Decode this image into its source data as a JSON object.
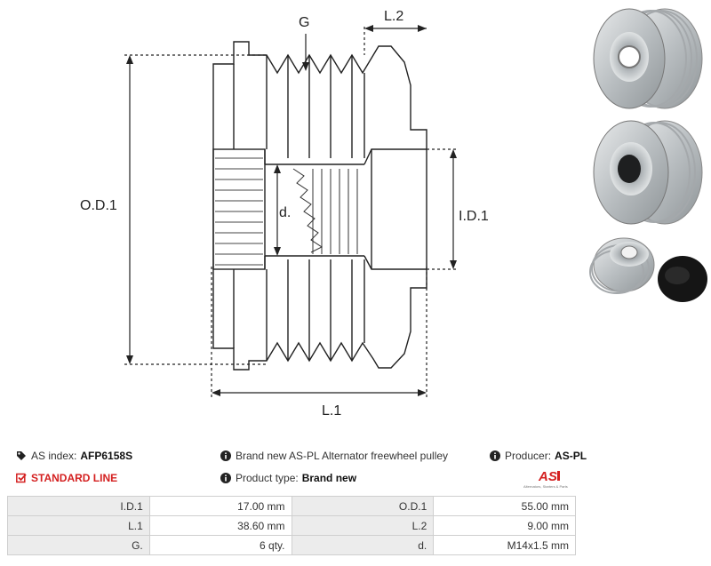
{
  "drawing": {
    "labels": {
      "od": "O.D.1",
      "id": "I.D.1",
      "d": "d.",
      "l1": "L.1",
      "l2": "L.2",
      "g": "G"
    }
  },
  "photos": {
    "top_pulley_icon": "pulley-front-photo",
    "middle_pulley_icon": "pulley-rear-photo",
    "small_pulley_icon": "pulley-with-cap-photo"
  },
  "info": {
    "as_index_label": "AS index:",
    "as_index_value": "AFP6158S",
    "description": "Brand new AS-PL Alternator freewheel pulley",
    "producer_label": "Producer:",
    "producer_value": "AS-PL",
    "standard_line": "STANDARD LINE",
    "product_type_label": "Product type:",
    "product_type_value": "Brand new",
    "logo_text": "AS",
    "logo_caption": "Alternators, Starters & Parts"
  },
  "specs": [
    [
      {
        "label": "I.D.1",
        "value": "17.00 mm"
      },
      {
        "label": "O.D.1",
        "value": "55.00 mm"
      }
    ],
    [
      {
        "label": "L.1",
        "value": "38.60 mm"
      },
      {
        "label": "L.2",
        "value": "9.00 mm"
      }
    ],
    [
      {
        "label": "G.",
        "value": "6 qty."
      },
      {
        "label": "d.",
        "value": "M14x1.5 mm"
      }
    ]
  ],
  "colors": {
    "accent_red": "#d42020",
    "line": "#222222",
    "table_label_bg": "#ececec",
    "table_border": "#cfcfcf"
  }
}
